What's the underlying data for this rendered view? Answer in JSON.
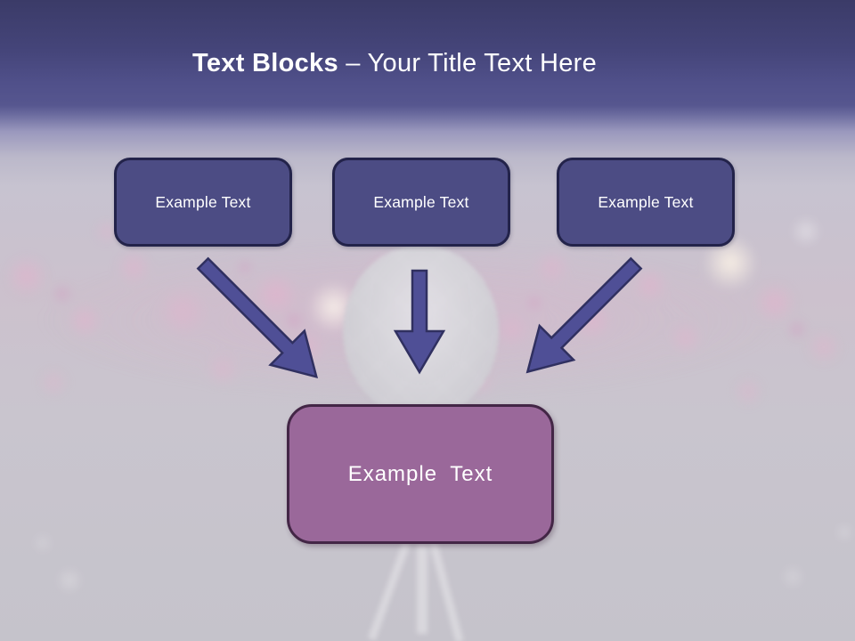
{
  "slide": {
    "title": {
      "bold": "Text Blocks",
      "rest": " – Your Title Text Here"
    }
  },
  "diagram": {
    "top_blocks": [
      {
        "label": "Example Text"
      },
      {
        "label": "Example Text"
      },
      {
        "label": "Example Text"
      }
    ],
    "bottom_block": {
      "label": "Example Text"
    },
    "arrows": [
      {
        "name": "left-diagonal-arrow-down-right"
      },
      {
        "name": "center-arrow-straight-down"
      },
      {
        "name": "right-diagonal-arrow-down-left"
      }
    ],
    "background": "blurred concert crowd with pink bokeh lights and microphone"
  },
  "colors": {
    "header_top": "#3b3b68",
    "header_bottom": "#56568f",
    "title_text": "#ffffff",
    "top_box_fill": "#4c4c84",
    "top_box_border": "#23234a",
    "arrow_fill": "#4f4f96",
    "arrow_border": "#303060",
    "bottom_box_fill": "#9a689a",
    "bottom_box_border": "#432646"
  }
}
